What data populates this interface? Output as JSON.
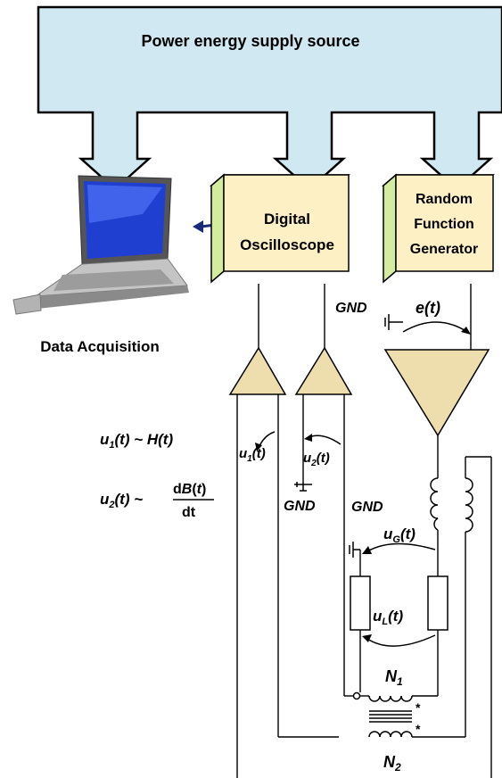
{
  "supply": {
    "label": "Power energy supply source"
  },
  "daq": {
    "label": "Data Acquisition"
  },
  "oscilloscope": {
    "line1": "Digital",
    "line2": "Oscilloscope"
  },
  "generator": {
    "line1": "Random",
    "line2": "Function",
    "line3": "Generator"
  },
  "signals": {
    "gnd": "GND",
    "e": "e(t)",
    "u1": "u1(t)",
    "u2": "u2(t)",
    "uG": "uG(t)",
    "uL": "uL(t)"
  },
  "coils": {
    "n1": "N1",
    "n2": "N2",
    "star": "*"
  },
  "relations": {
    "r1_lhs": "u1(t)",
    "r1_rhs": "~ H(t)",
    "r2_lhs": "u2(t) ~",
    "r2_num": "dB(t)",
    "r2_den": "dt"
  },
  "colors": {
    "supply_fill": "#cfe8f2",
    "instrument_fill": "#fdf0c5",
    "instrument_side": "#d3ec9f",
    "amp_fill": "#eedeae"
  }
}
